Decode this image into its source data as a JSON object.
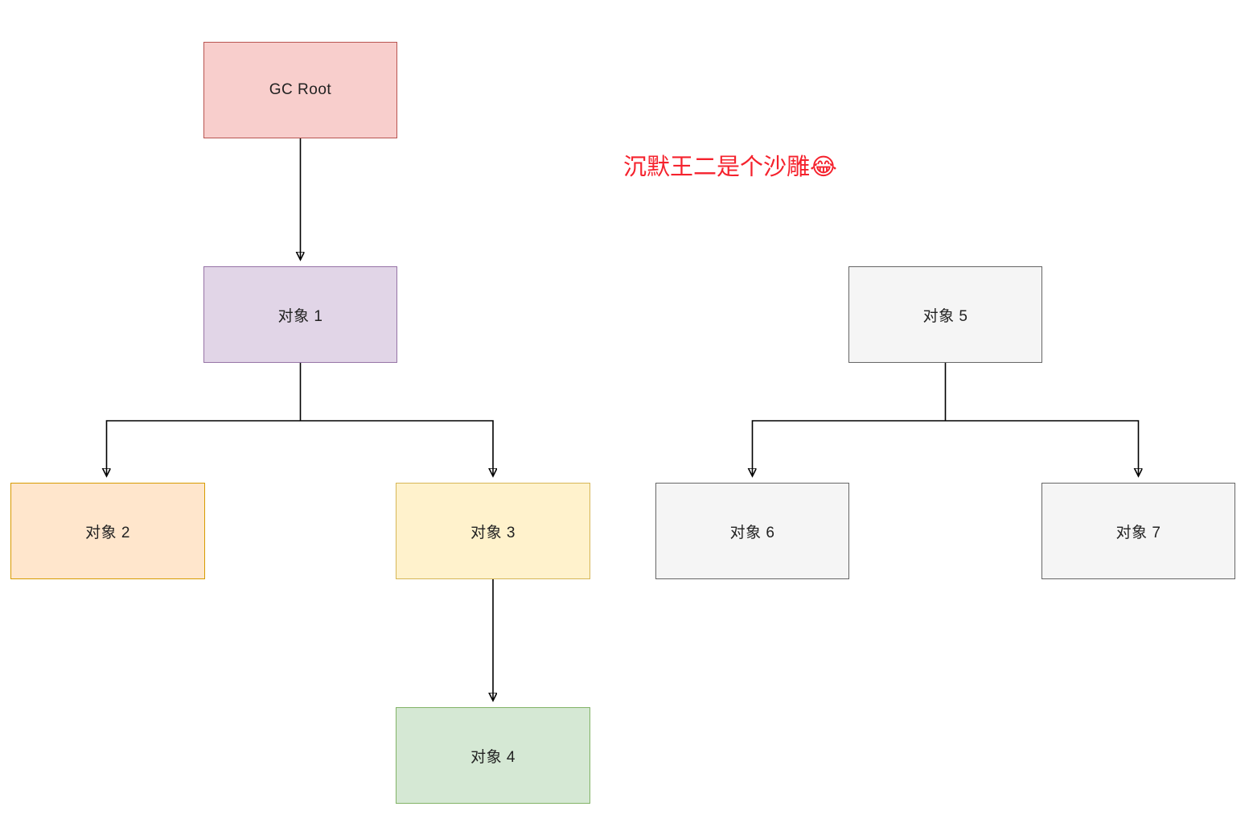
{
  "diagram": {
    "title": "GC Root reachability diagram",
    "background": "#ffffff",
    "edge_color": "#000000",
    "annotation": {
      "text": "沉默王二是个沙雕😂",
      "color": "#f5222d"
    },
    "nodes": {
      "gc_root": {
        "label": "GC Root",
        "fill": "#f8cecc",
        "stroke": "#b85450"
      },
      "obj1": {
        "label": "对象 1",
        "fill": "#e1d5e7",
        "stroke": "#9673a6"
      },
      "obj2": {
        "label": "对象 2",
        "fill": "#ffe6cc",
        "stroke": "#d79b00"
      },
      "obj3": {
        "label": "对象 3",
        "fill": "#fff2cc",
        "stroke": "#d6b656"
      },
      "obj4": {
        "label": "对象 4",
        "fill": "#d5e8d4",
        "stroke": "#82b366"
      },
      "obj5": {
        "label": "对象 5",
        "fill": "#f5f5f5",
        "stroke": "#666666"
      },
      "obj6": {
        "label": "对象 6",
        "fill": "#f5f5f5",
        "stroke": "#666666"
      },
      "obj7": {
        "label": "对象 7",
        "fill": "#f5f5f5",
        "stroke": "#666666"
      }
    },
    "edges": [
      {
        "from": "gc_root",
        "to": "obj1"
      },
      {
        "from": "obj1",
        "to": "obj2"
      },
      {
        "from": "obj1",
        "to": "obj3"
      },
      {
        "from": "obj3",
        "to": "obj4"
      },
      {
        "from": "obj5",
        "to": "obj6"
      },
      {
        "from": "obj5",
        "to": "obj7"
      }
    ]
  }
}
